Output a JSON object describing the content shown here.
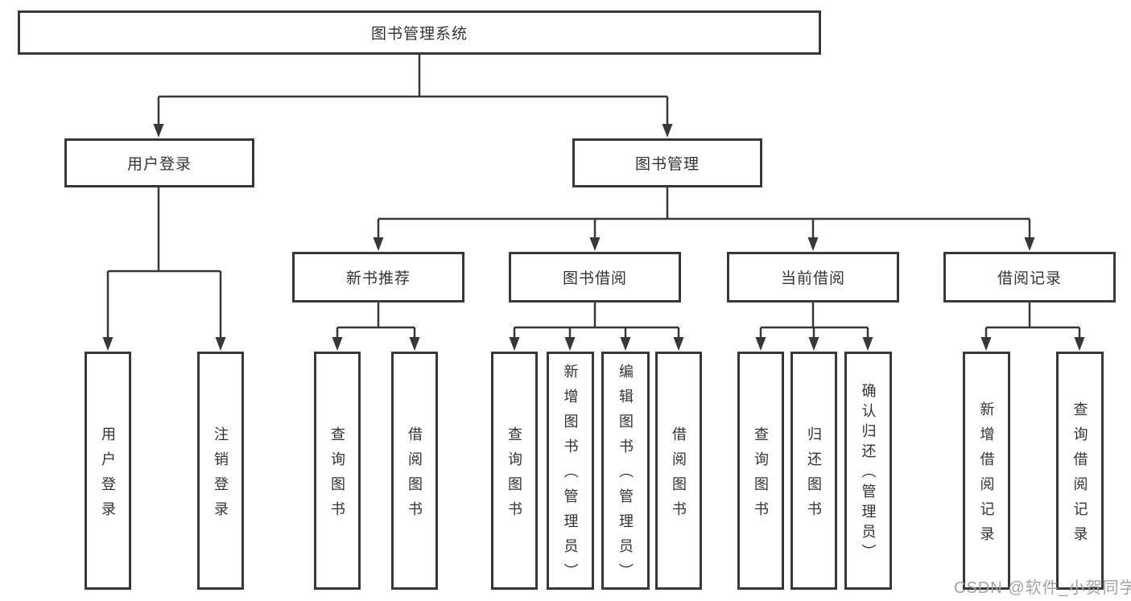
{
  "tree": {
    "label": "图书管理系统",
    "children": [
      {
        "label": "用户登录",
        "children": [
          {
            "label": "用户登录"
          },
          {
            "label": "注销登录"
          }
        ]
      },
      {
        "label": "图书管理",
        "children": [
          {
            "label": "新书推荐",
            "children": [
              {
                "label": "查询图书"
              },
              {
                "label": "借阅图书"
              }
            ]
          },
          {
            "label": "图书借阅",
            "children": [
              {
                "label": "查询图书"
              },
              {
                "label": "新增图书（管理员）"
              },
              {
                "label": "编辑图书（管理员）"
              },
              {
                "label": "借阅图书"
              }
            ]
          },
          {
            "label": "当前借阅",
            "children": [
              {
                "label": "查询图书"
              },
              {
                "label": "归还图书"
              },
              {
                "label": "确认归还（管理员）"
              }
            ]
          },
          {
            "label": "借阅记录",
            "children": [
              {
                "label": "新增借阅记录"
              },
              {
                "label": "查询借阅记录"
              }
            ]
          }
        ]
      }
    ]
  },
  "watermark": {
    "text": "CSDN @软件_小贺同学"
  },
  "colors": {
    "line": "#383838",
    "box_border": "#383838",
    "box_fill": "#ffffff",
    "text": "#333333",
    "watermark": "#a3a3a3",
    "background": "#ffffff"
  }
}
